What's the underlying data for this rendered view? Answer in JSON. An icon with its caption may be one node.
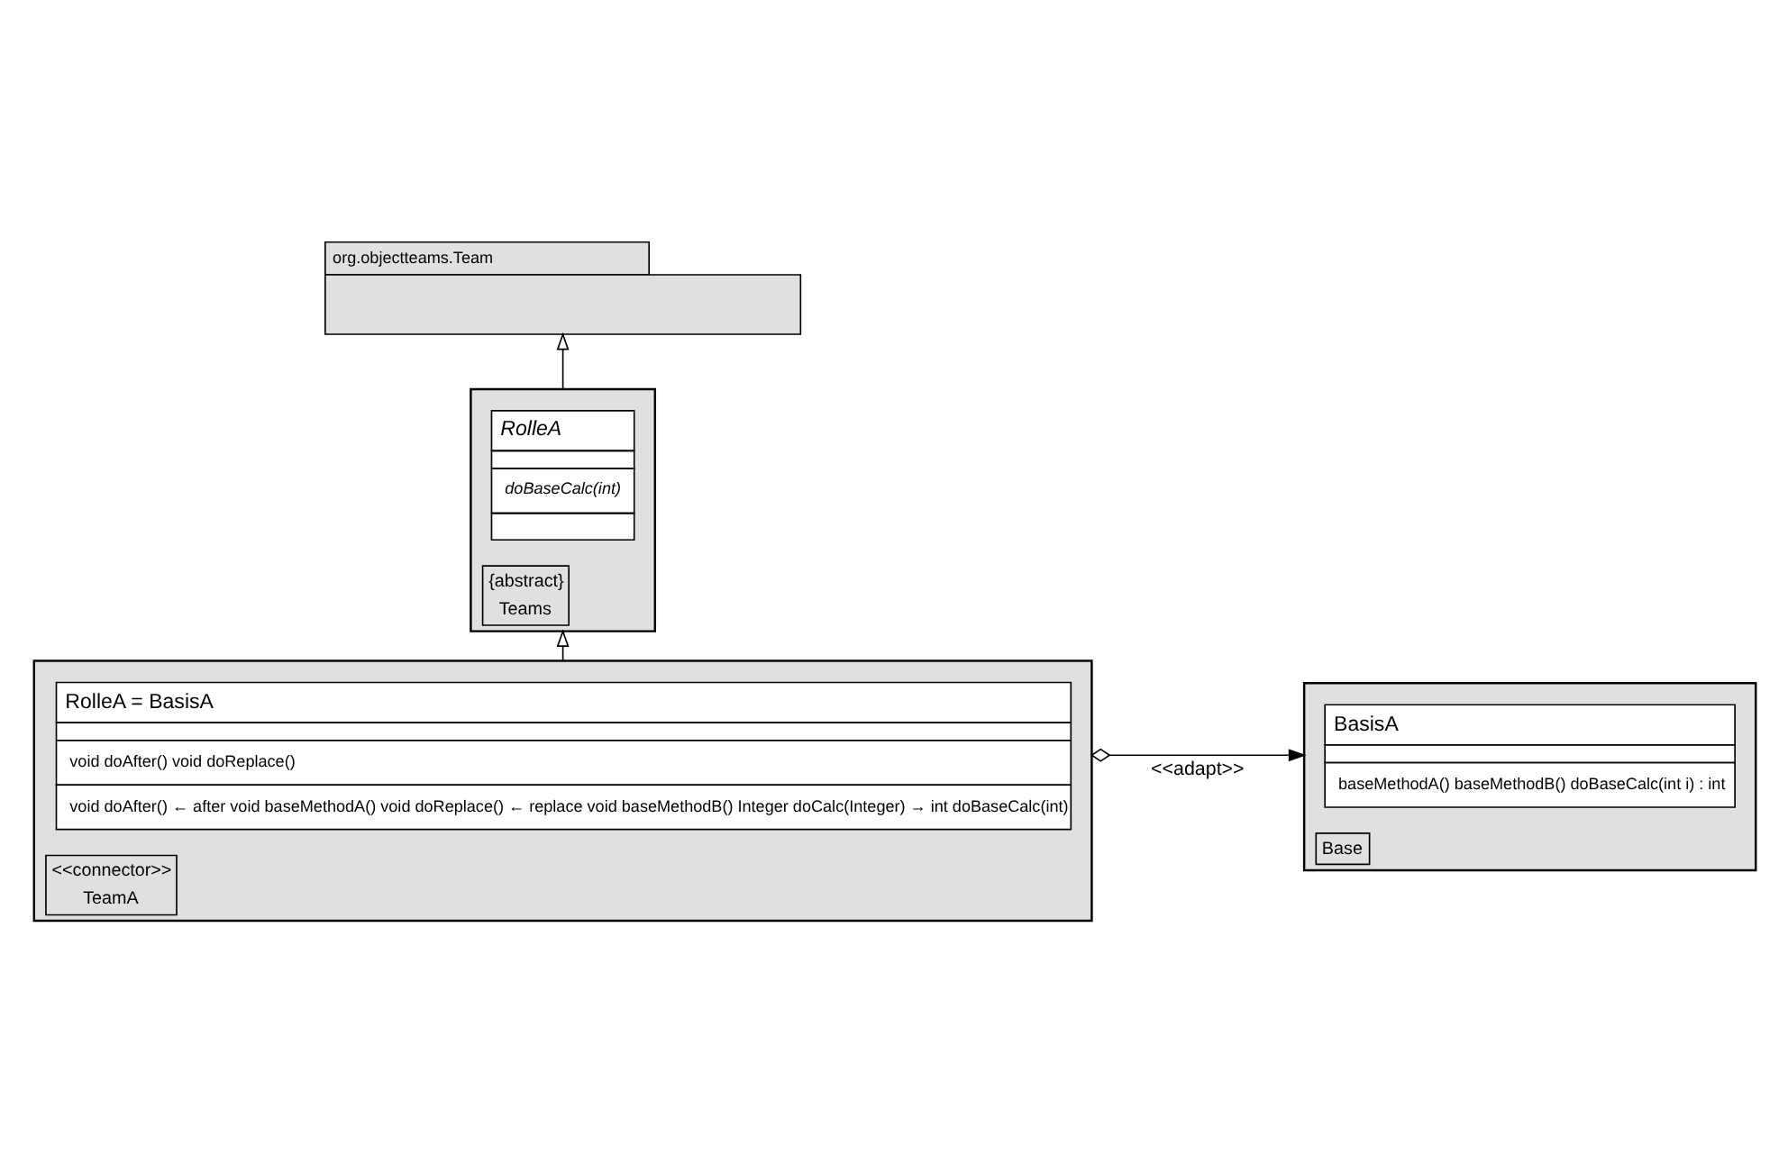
{
  "diagram": {
    "nodes": [
      {
        "text": [
          "org.objectteams.Team"
        ]
      },
      {
        "text": [
          "{abstract}",
          "Teams"
        ]
      },
      {
        "text": [
          "RolleA",
          "doBaseCalc(int)"
        ],
        "in": 1
      },
      {
        "text": [
          "<<connector>>",
          "TeamA"
        ]
      },
      {
        "text": [
          "RolleA = BasisA",
          "void doAfter() void doReplace()",
          "void doAfter() ← after void baseMethodA() void doReplace() ← replace void baseMethodB() Integer doCalc(Integer) → int doBaseCalc(int)"
        ],
        "in": 3
      },
      {
        "text": [
          "Base"
        ]
      },
      {
        "text": [
          "BasisA",
          "baseMethodA() baseMethodB() doBaseCalc(int i) : int"
        ],
        "in": 5
      }
    ],
    "edges": [
      {
        "from": 1,
        "to": 0,
        "arrow": "to"
      },
      {
        "from": 3,
        "to": 1,
        "arrow": "to"
      },
      {
        "from": 3,
        "to": 5,
        "arrow": "to",
        "label": "<<adapt>>"
      }
    ]
  }
}
